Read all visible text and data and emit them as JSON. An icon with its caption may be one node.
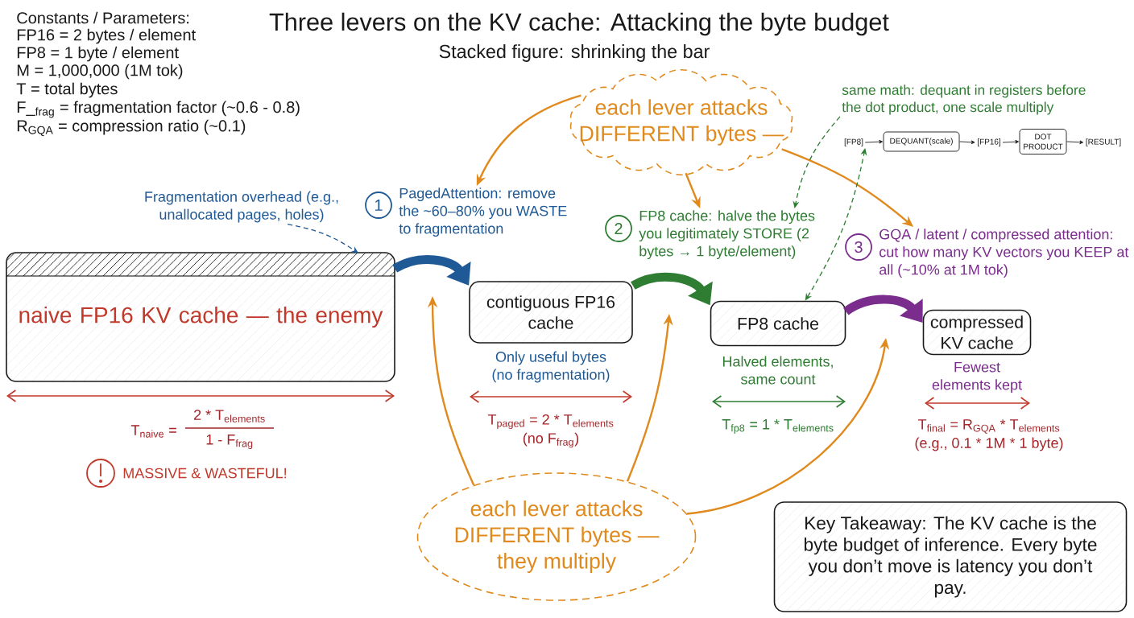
{
  "diagram": {
    "title": "Three levers on the KV cache: Attacking the byte budget",
    "nodes": [
      {
        "text": [
          "naive FP16 KV cache — the enemy"
        ]
      },
      {
        "text": [],
        "shape": "bar",
        "in": 0
      },
      {
        "text": [
          "Fragmentation overhead (e.g., unallocated pages, holes)"
        ]
      },
      {
        "text": [
          "1"
        ]
      },
      {
        "text": [
          "PagedAttention: remove the ~60–80% you WASTE to fragmentation"
        ]
      },
      {
        "text": [
          "each lever attacks DIFFERENT bytes —"
        ]
      },
      {
        "text": [
          "same math: dequant in registers before the dot product, one scale multiply"
        ]
      },
      {
        "text": [
          "[FP8]"
        ]
      },
      {
        "text": [
          "DEQUANT(scale)"
        ]
      },
      {
        "text": [
          "[FP16]"
        ]
      },
      {
        "text": [
          "DOT PRODUCT"
        ]
      },
      {
        "text": [
          "[RESULT]"
        ]
      },
      {
        "text": [
          "2"
        ]
      },
      {
        "text": [
          "FP8 cache: halve the bytes you legitimately STORE (2 bytes → 1 byte/element)"
        ]
      },
      {
        "text": [
          "3"
        ]
      },
      {
        "text": [
          "GQA / latent / compressed attention: cut how many KV vectors you KEEP at all (~10% at 1M tok)"
        ]
      },
      {
        "text": [
          "contiguous FP16 cache"
        ],
        "beside": [
          "Only useful bytes (no fragmentation)"
        ]
      },
      {
        "text": [
          "FP8 cache"
        ],
        "beside": [
          "Halved elements, same count"
        ]
      },
      {
        "text": [
          "compressed KV cache"
        ],
        "beside": [
          "Fewest elements kept"
        ]
      },
      {
        "text": [
          "each lever attacks DIFFERENT bytes — they multiply"
        ]
      },
      {
        "text": [
          "Key Takeaway: The KV cache is the byte budget of inference. Every byte you don’t move is latency you don’t pay."
        ]
      }
    ],
    "edges": [
      {
        "from": 2,
        "to": 1,
        "arrow": "to",
        "style": "dashed",
        "color": "#1f5a96"
      },
      {
        "from": 0,
        "to": 16,
        "arrow": "to",
        "style": "thick",
        "color": "#1f5a96"
      },
      {
        "from": 16,
        "to": 17,
        "arrow": "to",
        "style": "thick",
        "color": "#2e7d32"
      },
      {
        "from": 17,
        "to": 18,
        "arrow": "to",
        "style": "thick",
        "color": "#7b2d8e"
      },
      {
        "from": 5,
        "to": 4,
        "arrow": "to",
        "color": "#e08a1e"
      },
      {
        "from": 5,
        "to": 13,
        "arrow": "to",
        "color": "#e08a1e"
      },
      {
        "from": 5,
        "to": 15,
        "arrow": "to",
        "color": "#e08a1e"
      },
      {
        "from": 19,
        "to": null,
        "arrow": "to",
        "color": "#e08a1e"
      },
      {
        "from": 19,
        "to": null,
        "arrow": "to",
        "color": "#e08a1e"
      },
      {
        "from": 19,
        "to": null,
        "arrow": "to",
        "color": "#e08a1e"
      },
      {
        "from": 6,
        "to": 13,
        "arrow": "to",
        "style": "dashed",
        "color": "#2e7d32"
      },
      {
        "from": 17,
        "to": 7,
        "arrow": "both",
        "style": "dashed",
        "color": "#2e7d32"
      },
      {
        "from": 7,
        "to": 8,
        "arrow": "to",
        "color": "#222222"
      },
      {
        "from": 8,
        "to": 9,
        "arrow": "to",
        "color": "#222222"
      },
      {
        "from": 9,
        "to": 10,
        "arrow": "to",
        "color": "#222222"
      },
      {
        "from": 10,
        "to": 11,
        "arrow": "to",
        "color": "#222222"
      }
    ],
    "labels": [
      "Constants / Parameters:",
      "FP16 = 2 bytes / element",
      "FP8 = 1 byte / element",
      "M = 1,000,000 (1M tok)",
      "T = total bytes",
      "F_$_{frag}$ = fragmentation factor (~0.6 - 0.8)",
      "R$_{GQA}$ = compression ratio (~0.1)",
      "Stacked figure: shrinking the bar",
      "T$_{naive}$ =",
      "2 * T$_{elements}$",
      "1 - F$_{frag}$",
      "MASSIVE & WASTEFUL!",
      "T$_{paged}$ = 2 * T$_{elements}$",
      "(no F$_{frag}$)",
      "T$_{fp8}$ = 1 * T$_{elements}$",
      "T$_{final}$ = R$_{GQA}$ * T$_{elements}$",
      "(e.g., 0.1 * 1M * 1 byte)"
    ]
  }
}
